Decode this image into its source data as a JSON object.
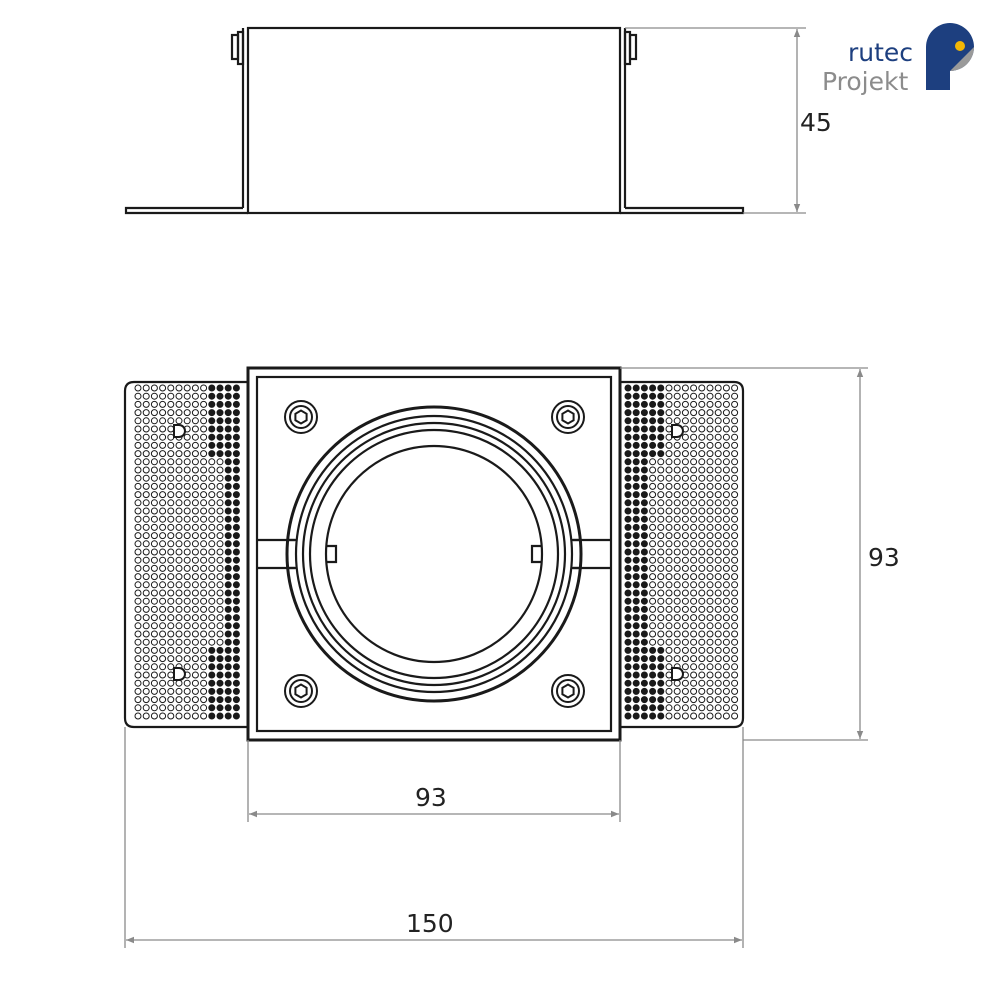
{
  "logo": {
    "line1": "rutec",
    "line2": "Projekt",
    "color_primary": "#1d3f7f",
    "color_secondary": "#8c8c8c",
    "color_dot": "#f2b705"
  },
  "dimensions": {
    "height": "45",
    "depth": "93",
    "width_inner": "93",
    "width_total": "150"
  },
  "colors": {
    "line": "#1a1a1a",
    "dimension_line": "#8a8a8a"
  }
}
